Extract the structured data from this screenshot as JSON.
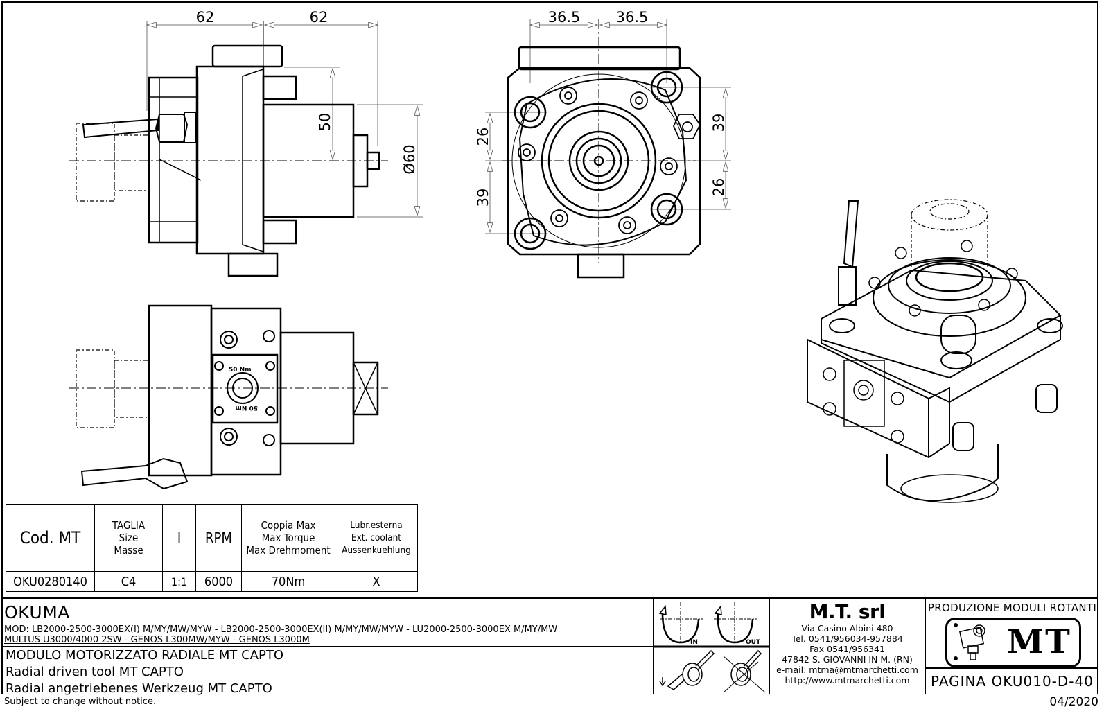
{
  "drawing": {
    "side_view_dims": {
      "width_left": "62",
      "width_right": "62",
      "height": "50",
      "diameter": "Ø60"
    },
    "front_view_dims": {
      "width_left": "36.5",
      "width_right": "36.5",
      "left_upper": "26",
      "left_lower": "39",
      "right_upper": "39",
      "right_lower": "26"
    },
    "torque_marking": "50 Nm",
    "rotation_labels": {
      "in": "IN",
      "out": "OUT"
    }
  },
  "spec_table": {
    "headers": [
      {
        "lines": [
          "Cod. MT"
        ]
      },
      {
        "lines": [
          "TAGLIA",
          "Size",
          "Masse"
        ]
      },
      {
        "lines": [
          "I"
        ]
      },
      {
        "lines": [
          "RPM"
        ]
      },
      {
        "lines": [
          "Coppia Max",
          "Max Torque",
          "Max Drehmoment"
        ]
      },
      {
        "lines": [
          "Lubr.esterna",
          "Ext. coolant",
          "Aussenkuehlung"
        ]
      }
    ],
    "rows": [
      [
        "OKU0280140",
        "C4",
        "1:1",
        "6000",
        "70Nm",
        "X"
      ]
    ]
  },
  "title_block": {
    "brand": "OKUMA",
    "models_line1": "MOD: LB2000-2500-3000EX(I) M/MY/MW/MYW  - LB2000-2500-3000EX(II) M/MY/MW/MYW  - LU2000-2500-3000EX M/MY/MW",
    "models_line2": "MULTUS U3000/4000 2SW  - GENOS L300MW/MYW  - GENOS L3000M",
    "description_it": "MODULO MOTORIZZATO RADIALE MT CAPTO",
    "description_en": "Radial driven tool MT CAPTO",
    "description_de": "Radial angetriebenes Werkzeug MT CAPTO",
    "company": {
      "name": "M.T. srl",
      "address": "Via Casino Albini 480",
      "tel": "Tel. 0541/956034-957884",
      "fax": "Fax 0541/956341",
      "city": "47842 S. GIOVANNI IN M. (RN)",
      "email": "e-mail: mtma@mtmarchetti.com",
      "web": "http://www.mtmarchetti.com"
    },
    "logo_caption": "PRODUZIONE MODULI ROTANTI",
    "logo_text": "MT",
    "page_code": "PAGINA OKU010-D-40"
  },
  "footer": {
    "note": "Subject to change without notice.",
    "date": "04/2020"
  }
}
